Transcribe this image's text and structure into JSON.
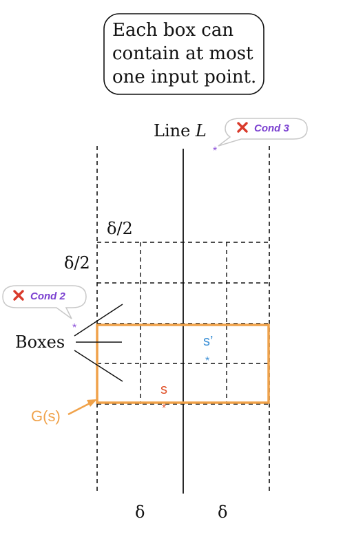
{
  "note": {
    "lines": [
      "Each box can",
      "contain at most",
      "one input point."
    ]
  },
  "line_label": {
    "prefix": "Line ",
    "name": "L"
  },
  "labels": {
    "half_delta_top": "δ/2",
    "half_delta_left": "δ/2",
    "boxes": "Boxes",
    "g_s": "G(s)",
    "delta_left": "δ",
    "delta_right": "δ"
  },
  "points": {
    "s": {
      "label": "s",
      "marker": "*",
      "color": "#e0522a"
    },
    "s_prime": {
      "label": "s’",
      "marker": "*",
      "color": "#3a8fd6"
    }
  },
  "callouts": {
    "cond3": {
      "icon": "cross-icon",
      "text": "Cond 3",
      "marker": "*"
    },
    "cond2": {
      "icon": "cross-icon",
      "text": "Cond 2",
      "marker": "*"
    }
  },
  "colors": {
    "highlight": "#f0a24a",
    "callout_text": "#7a3fd0",
    "cross": "#d93a2b",
    "point_s": "#e0522a",
    "point_s_prime": "#3a8fd6",
    "stray_point": "#8b4fd8"
  }
}
